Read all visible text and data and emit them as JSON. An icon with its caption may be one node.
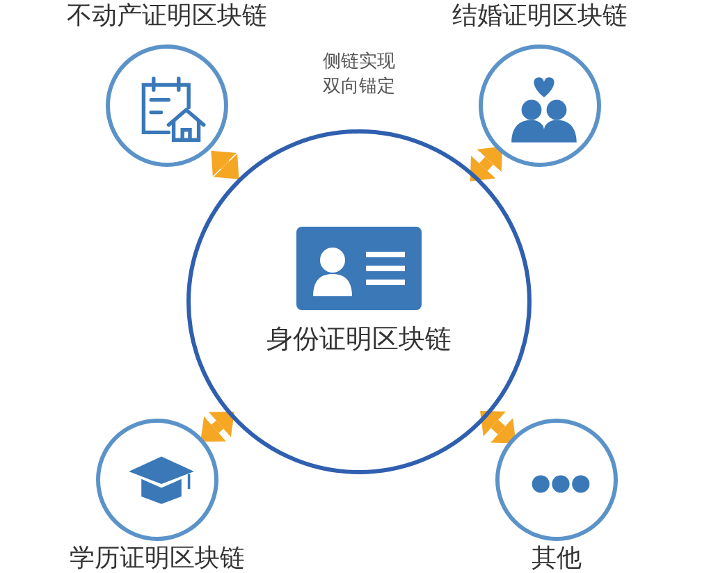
{
  "diagram": {
    "nodes": [
      {
        "text": [
          "身份证明区块链"
        ]
      },
      {
        "text": [
          "不动产证明区块链"
        ]
      },
      {
        "text": [
          "结婚证明区块链"
        ]
      },
      {
        "text": [
          "学历证明区块链"
        ]
      },
      {
        "text": [
          "其他"
        ]
      }
    ],
    "edges": [
      {
        "from": 1,
        "to": 0,
        "arrow": "both"
      },
      {
        "from": 2,
        "to": 0,
        "arrow": "both"
      },
      {
        "from": 3,
        "to": 0,
        "arrow": "both"
      },
      {
        "from": 4,
        "to": 0,
        "arrow": "both"
      }
    ],
    "labels": [
      "侧链实现双向锚定"
    ]
  }
}
